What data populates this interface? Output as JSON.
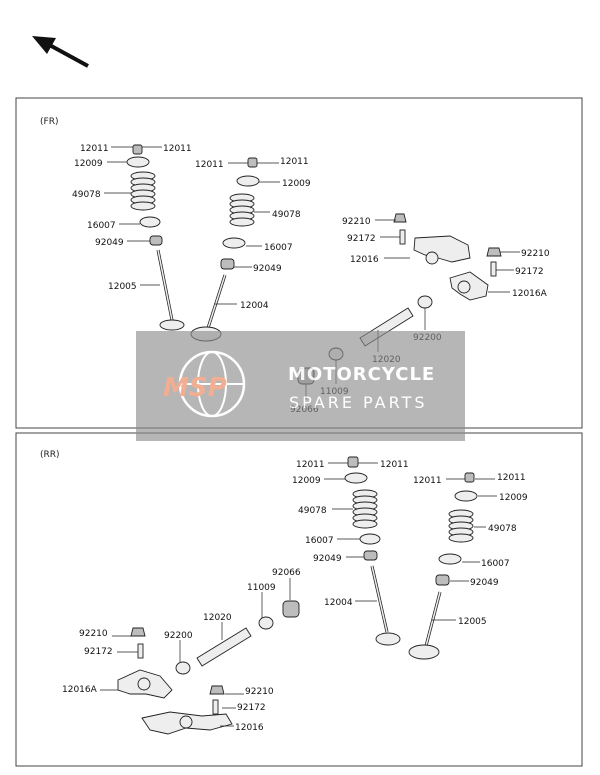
{
  "sections": {
    "front": {
      "label": "(FR)"
    },
    "rear": {
      "label": "(RR)"
    }
  },
  "watermark": {
    "logo": "MSP",
    "line1": "MOTORCYCLE",
    "line2": "SPARE PARTS"
  },
  "colors": {
    "watermark_bg": "#888888",
    "watermark_logo": "#f0a080",
    "line": "#222222"
  },
  "front_labels": {
    "a_12011_l": "12011",
    "a_12011_r": "12011",
    "a_12009": "12009",
    "a_49078": "49078",
    "a_16007": "16007",
    "a_92049": "92049",
    "a_12005": "12005",
    "b_12011_l": "12011",
    "b_12011_r": "12011",
    "b_12009": "12009",
    "b_49078": "49078",
    "b_16007": "16007",
    "b_92049": "92049",
    "b_12004": "12004",
    "c_92210_l": "92210",
    "c_92172_l": "92172",
    "c_12016": "12016",
    "c_92210_r": "92210",
    "c_92172_r": "92172",
    "c_12016a": "12016A",
    "c_92200": "92200",
    "c_12020": "12020",
    "c_11009": "11009",
    "c_92066": "92066"
  },
  "rear_labels": {
    "a_12011_l": "12011",
    "a_12011_r": "12011",
    "a_12009": "12009",
    "a_49078": "49078",
    "a_16007": "16007",
    "a_92049": "92049",
    "a_12004": "12004",
    "b_12011_l": "12011",
    "b_12011_r": "12011",
    "b_12009": "12009",
    "b_49078": "49078",
    "b_16007": "16007",
    "b_92049": "92049",
    "b_12005": "12005",
    "c_92066": "92066",
    "c_11009": "11009",
    "c_12020": "12020",
    "c_92200": "92200",
    "c_92210_t": "92210",
    "c_92172_t": "92172",
    "c_12016a": "12016A",
    "c_92210_b": "92210",
    "c_92172_b": "92172",
    "c_12016": "12016"
  }
}
